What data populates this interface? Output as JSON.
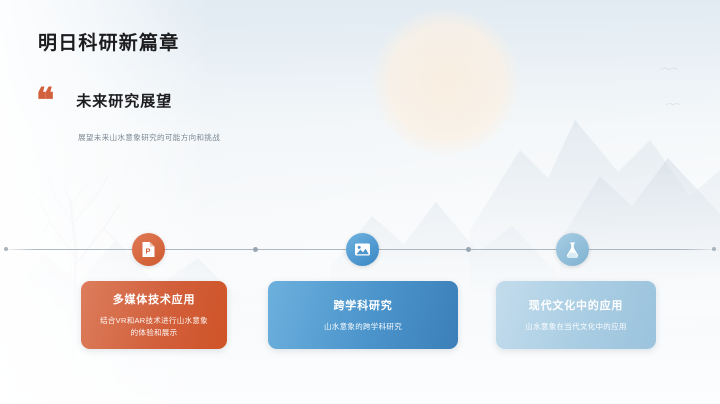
{
  "slide": {
    "title": "明日科研新篇章",
    "quote_glyph": "❝",
    "section_heading": "未来研究展望",
    "section_desc": "展望未来山水意象研究的可能方向和挑战"
  },
  "colors": {
    "accent_orange": "#d2603c",
    "accent_blue": "#3c7fb9",
    "accent_light_blue": "#9bc3dd",
    "title_text": "#1d1d1f",
    "muted_text": "#7b8894",
    "timeline": "#96a2ae"
  },
  "timeline": {
    "dots": [
      "dot-1",
      "dot-2"
    ]
  },
  "cards": [
    {
      "icon": "file-presentation-icon",
      "title": "多媒体技术应用",
      "desc": "结合VR和AR技术进行山水意象的体验和展示",
      "color": "#d2603c"
    },
    {
      "icon": "image-photo-icon",
      "title": "跨学科研究",
      "desc": "山水意象的跨学科研究",
      "color": "#3c7fb9"
    },
    {
      "icon": "flask-beaker-icon",
      "title": "现代文化中的应用",
      "desc": "山水意象在当代文化中的应用",
      "color": "#9bc3dd"
    }
  ]
}
